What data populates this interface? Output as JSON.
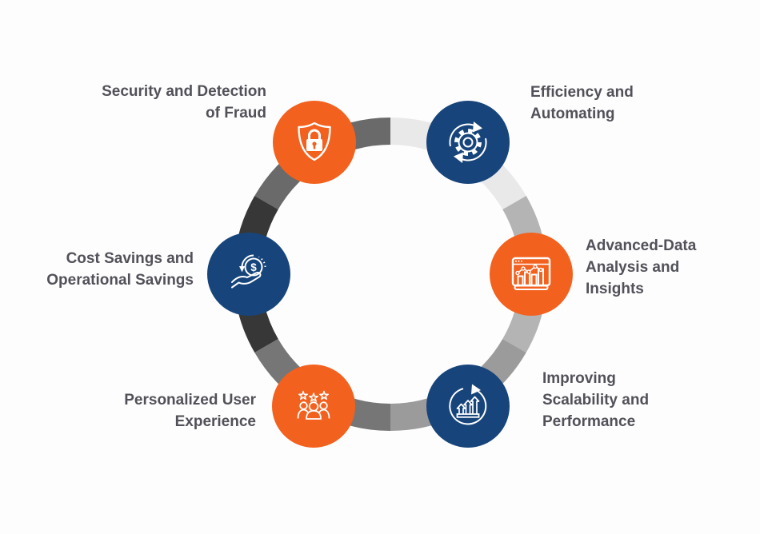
{
  "palette": {
    "orange": "#F3611E",
    "navy": "#17457B",
    "label_text": "#515159",
    "background": "#FDFDFD",
    "icon_stroke": "#FFFFFF"
  },
  "ring": {
    "segments": [
      {
        "position": "behind-security-top-left",
        "color": "#6A6A6A"
      },
      {
        "position": "behind-efficiency-top-right",
        "color": "#E9E9E9"
      },
      {
        "position": "behind-advanced-data-right",
        "color": "#B4B4B4"
      },
      {
        "position": "behind-scalability-bottom-right",
        "color": "#9B9B9B"
      },
      {
        "position": "behind-personalized-bottom-left",
        "color": "#767676"
      },
      {
        "position": "behind-cost-savings-left",
        "color": "#373737"
      }
    ]
  },
  "items": [
    {
      "label": "Security and Detection of Fraud",
      "lines": [
        "Security and Detection",
        "of Fraud"
      ],
      "node_color": "#F3611E",
      "icon": "shield-lock-icon"
    },
    {
      "label": "Efficiency and Automating",
      "lines": [
        "Efficiency and",
        "Automating"
      ],
      "node_color": "#17457B",
      "icon": "gear-sync-icon"
    },
    {
      "label": "Advanced-Data Analysis and Insights",
      "lines": [
        "Advanced-Data",
        "Analysis and",
        "Insights"
      ],
      "node_color": "#F3611E",
      "icon": "analytics-window-icon"
    },
    {
      "label": "Improving Scalability and Performance",
      "lines": [
        "Improving",
        "Scalability and",
        "Performance"
      ],
      "node_color": "#17457B",
      "icon": "growth-arrows-icon"
    },
    {
      "label": "Personalized User Experience",
      "lines": [
        "Personalized User",
        "Experience"
      ],
      "node_color": "#F3611E",
      "icon": "user-group-stars-icon"
    },
    {
      "label": "Cost Savings and Operational Savings",
      "lines": [
        "Cost Savings and",
        "Operational Savings"
      ],
      "node_color": "#17457B",
      "icon": "hand-dollar-icon"
    }
  ],
  "icons": {
    "dollar_glyph": "$"
  }
}
